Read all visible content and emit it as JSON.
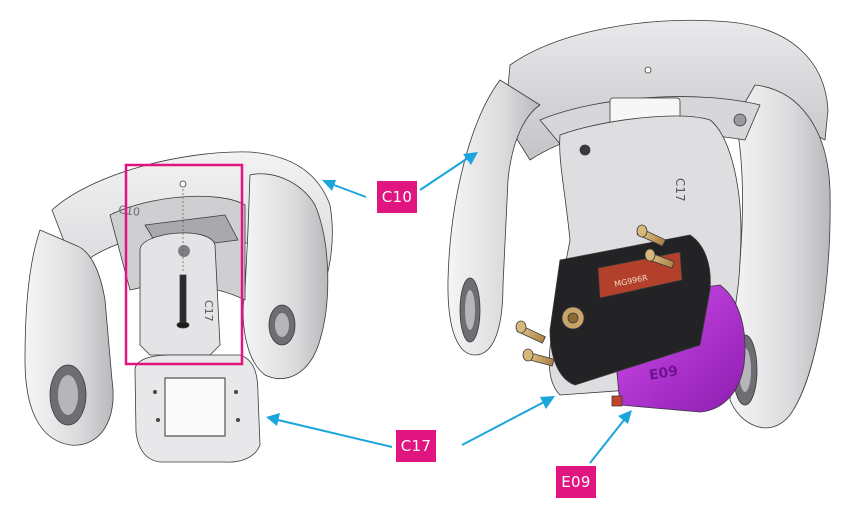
{
  "callouts": [
    {
      "id": "c10",
      "text": "C10"
    },
    {
      "id": "c17",
      "text": "C17"
    },
    {
      "id": "e09",
      "text": "E09"
    }
  ],
  "part_markings": {
    "left_bracket": "C17",
    "left_mount": "C10",
    "right_bracket": "C17",
    "servo_label": "MG996R",
    "servo_body": "E09"
  },
  "colors": {
    "callout_bg": "#e0157f",
    "callout_text": "#ffffff",
    "arrow": "#1aa6dc",
    "highlight_box": "#e0157f",
    "part_light": "#e8e8ea",
    "part_mid": "#c9c9cc",
    "part_dark": "#8e8e93",
    "part_outline": "#3a3a3c",
    "servo_body": "#222222",
    "servo_sticker": "#b2402a",
    "servo_case_magenta": "#b42ad8",
    "screw_brass": "#c9a56a"
  }
}
